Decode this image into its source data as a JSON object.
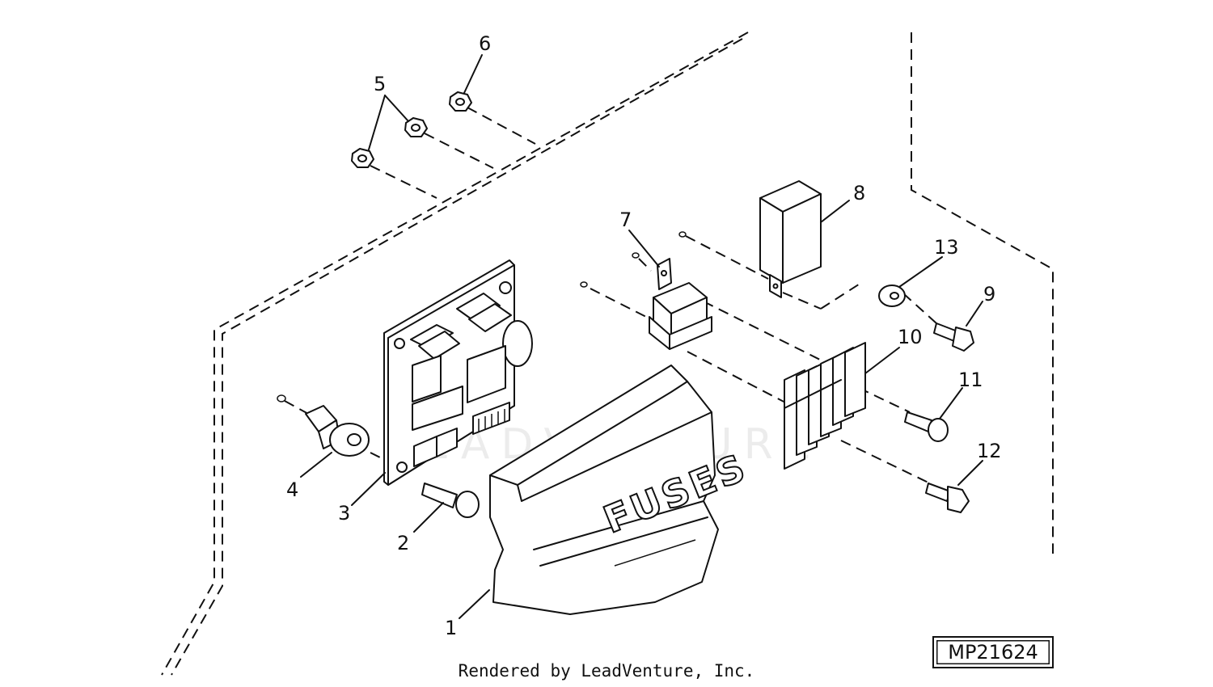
{
  "figure_id": "MP21624",
  "credit": "Rendered by LeadVenture, Inc.",
  "watermark": "LEADVENTURE",
  "cover_text": "FUSES",
  "callouts": [
    {
      "id": "1",
      "label": "1"
    },
    {
      "id": "2",
      "label": "2"
    },
    {
      "id": "3",
      "label": "3"
    },
    {
      "id": "4",
      "label": "4"
    },
    {
      "id": "5",
      "label": "5"
    },
    {
      "id": "6",
      "label": "6"
    },
    {
      "id": "7",
      "label": "7"
    },
    {
      "id": "8",
      "label": "8"
    },
    {
      "id": "9",
      "label": "9"
    },
    {
      "id": "10",
      "label": "10"
    },
    {
      "id": "11",
      "label": "11"
    },
    {
      "id": "12",
      "label": "12"
    },
    {
      "id": "13",
      "label": "13"
    }
  ]
}
